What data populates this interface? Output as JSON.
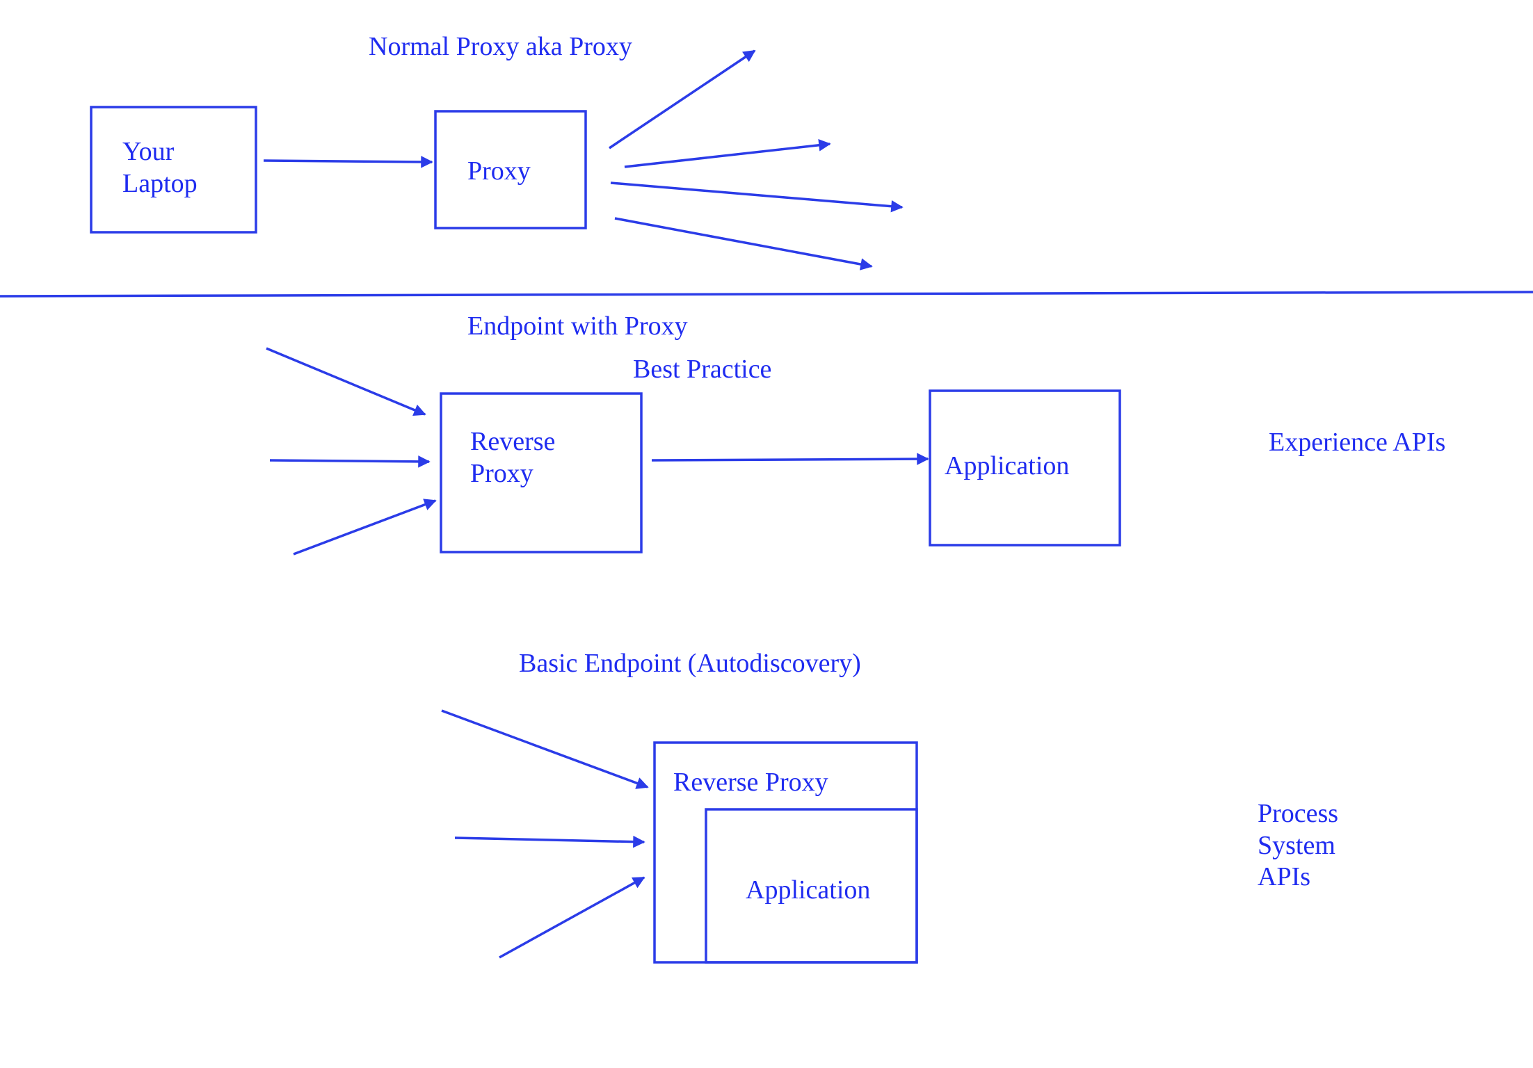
{
  "colors": {
    "ink": "#2b3ce8",
    "text": "#1f2cf0",
    "background": "#ffffff"
  },
  "section_forward": {
    "title": "Normal Proxy aka Proxy",
    "laptop_box": {
      "line1": "Your",
      "line2": "Laptop"
    },
    "proxy_box": {
      "label": "Proxy"
    }
  },
  "section_reverse": {
    "title": "Endpoint with Proxy",
    "subtitle": "Best Practice",
    "reverse_proxy_box": {
      "line1": "Reverse",
      "line2": "Proxy"
    },
    "application_box": {
      "label": "Application"
    },
    "side_label": "Experience APIs"
  },
  "section_basic": {
    "title": "Basic Endpoint (Autodiscovery)",
    "outer_box": {
      "label": "Reverse Proxy"
    },
    "inner_box": {
      "label": "Application"
    },
    "side_label": {
      "line1": "Process",
      "line2": "System",
      "line3": "APIs"
    }
  }
}
